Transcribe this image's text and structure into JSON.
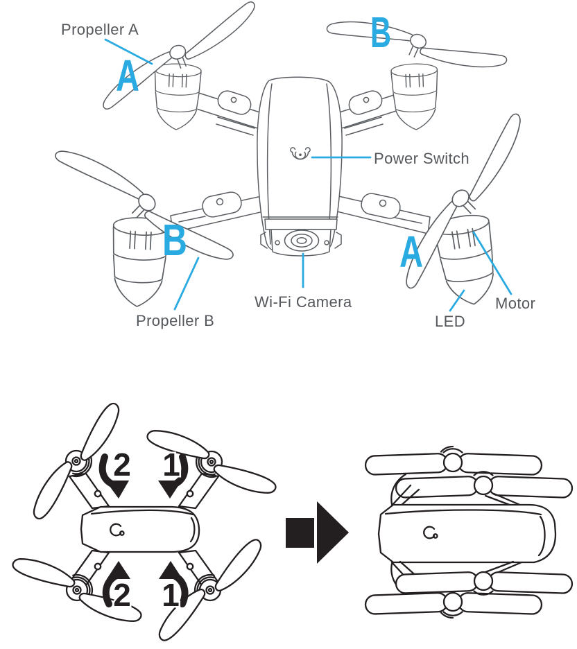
{
  "colors": {
    "accent": "#29ABE2",
    "line_art": "#5A5E62",
    "dark_art": "#231F20",
    "label_text": "#54575B"
  },
  "parts_diagram": {
    "labels": {
      "propeller_a": "Propeller A",
      "power_switch": "Power Switch",
      "wifi_camera": "Wi-Fi Camera",
      "motor": "Motor",
      "led": "LED",
      "propeller_b": "Propeller B"
    },
    "blade_markers": {
      "top_left": "A",
      "top_right": "B",
      "bottom_left": "B",
      "bottom_right": "A"
    }
  },
  "folding_diagram": {
    "step_numbers": {
      "top_left": "2",
      "top_right": "1",
      "bottom_left": "2",
      "bottom_right": "1"
    }
  }
}
